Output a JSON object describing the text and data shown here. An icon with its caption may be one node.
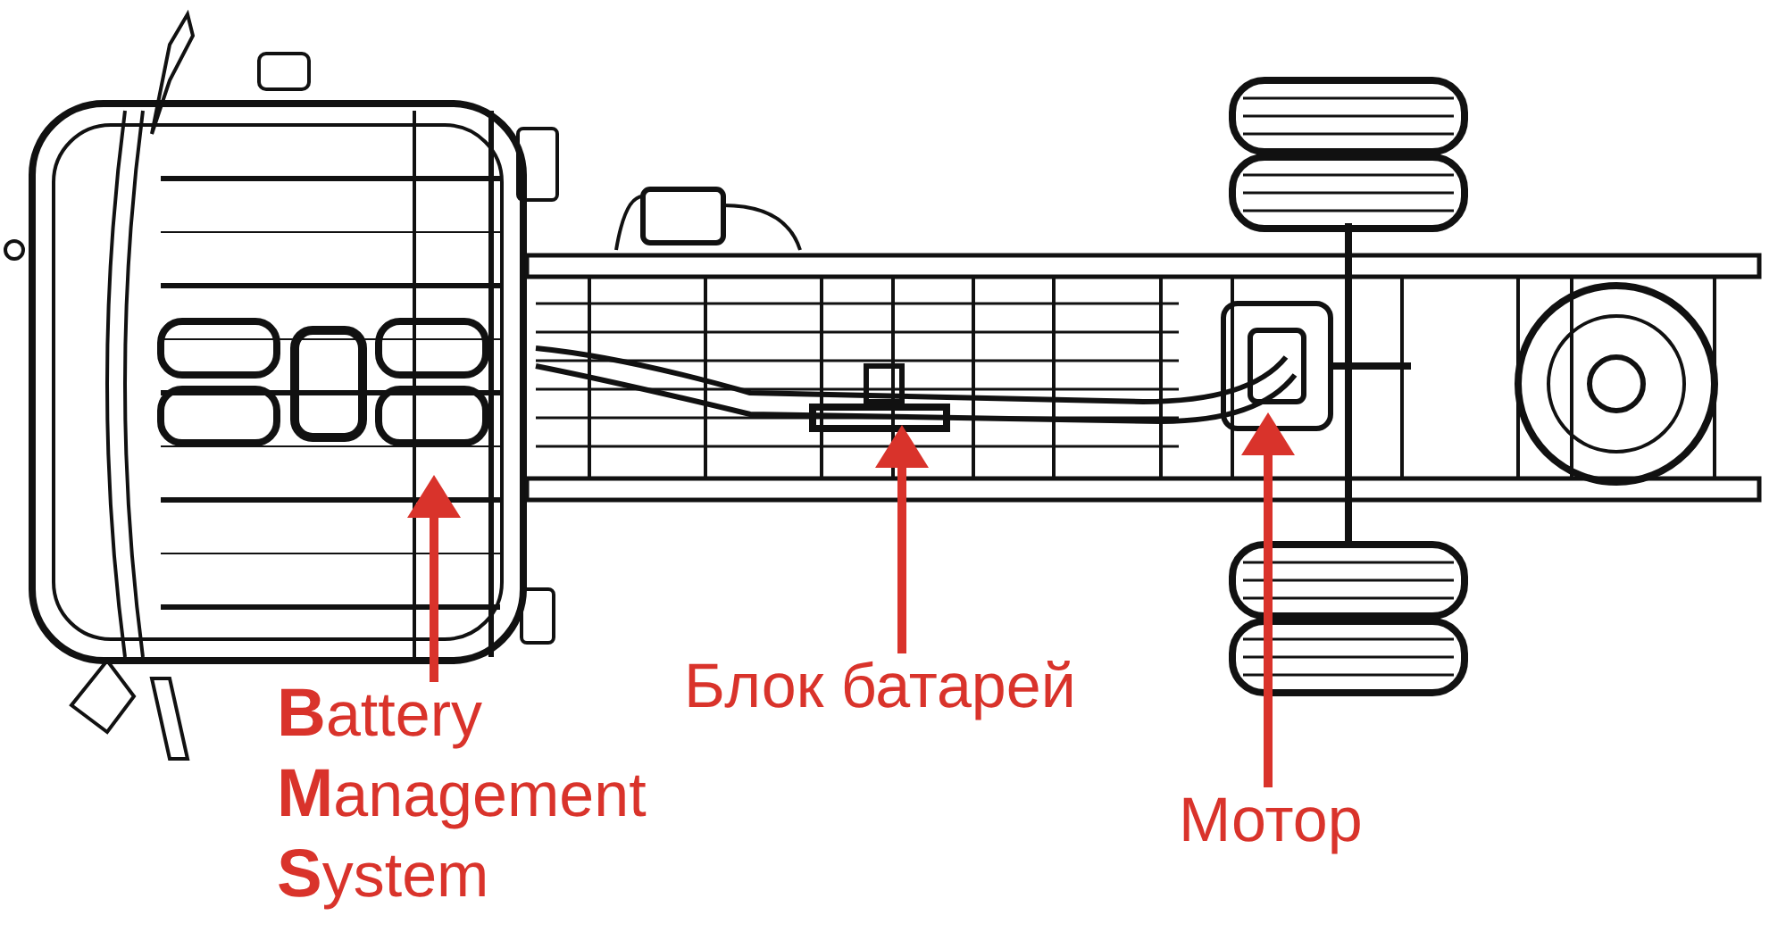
{
  "diagram": {
    "nodes": [
      {
        "text": [
          "**B**attery **M**anagement **S**ystem"
        ]
      },
      {
        "text": [
          "Блок батарей"
        ]
      },
      {
        "text": [
          "Мотор"
        ]
      }
    ],
    "edges": [
      {
        "from": 0,
        "to": null,
        "arrow": "to"
      },
      {
        "from": 1,
        "to": null,
        "arrow": "to"
      },
      {
        "from": 2,
        "to": null,
        "arrow": "to"
      }
    ]
  }
}
